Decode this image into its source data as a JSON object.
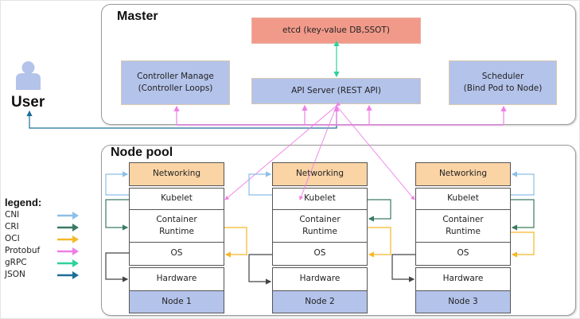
{
  "master": {
    "title": "Master",
    "etcd": "etcd (key-value DB,SSOT)",
    "controller": "Controller Manage\n(Controller Loops)",
    "api_server": "API Server (REST API)",
    "scheduler": "Scheduler\n(Bind Pod to Node)"
  },
  "user": {
    "label": "User",
    "icon": "user-icon"
  },
  "node_pool": {
    "title": "Node pool",
    "layers": [
      "Networking",
      "Kubelet",
      "Container\nRuntime",
      "OS",
      "Hardware"
    ],
    "nodes": [
      {
        "name": "Node 1"
      },
      {
        "name": "Node 2"
      },
      {
        "name": "Node 3"
      }
    ]
  },
  "legend": {
    "title": "legend:",
    "items": [
      {
        "label": "CNI",
        "color": "#8dbfe8"
      },
      {
        "label": "CRI",
        "color": "#3a7a62"
      },
      {
        "label": "OCI",
        "color": "#f5b82a"
      },
      {
        "label": "Protobuf",
        "color": "#ee7ee8"
      },
      {
        "label": "gRPC",
        "color": "#2ed29a"
      },
      {
        "label": "JSON",
        "color": "#1f6d9a"
      }
    ]
  },
  "colors": {
    "master_box": "#b4c3ea",
    "etcd_box": "#f29a8a",
    "networking_layer": "#fbd4a6",
    "node_label": "#b4c3ea"
  }
}
